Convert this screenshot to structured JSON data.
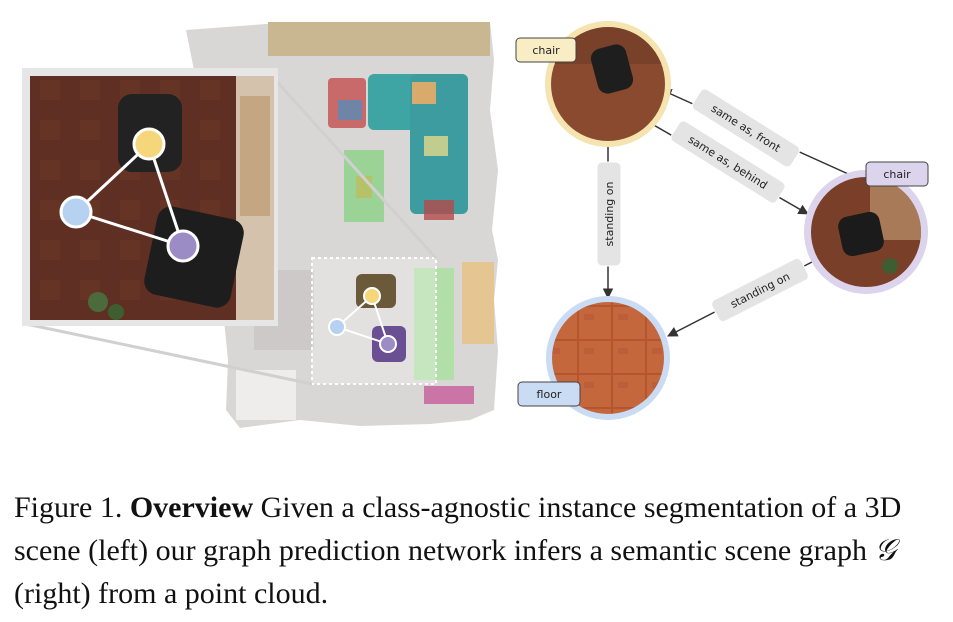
{
  "scene_graph": {
    "nodes": {
      "chair_top": {
        "label": "chair",
        "color": "#f5e3b0"
      },
      "chair_right": {
        "label": "chair",
        "color": "#dcd3ec"
      },
      "floor": {
        "label": "floor",
        "color": "#c9dcf4"
      }
    },
    "edges": {
      "same_as_front": "same as, front",
      "same_as_behind": "same as, behind",
      "standing_on_left": "standing on",
      "standing_on_right": "standing on"
    }
  },
  "instance_colors": {
    "yellow": "#f6d67a",
    "blue": "#b7d2f1",
    "purple": "#9c8cc6"
  },
  "caption": {
    "prefix": "Figure 1.",
    "bold": "Overview",
    "text_1": " Given a class-agnostic instance segmentation of a 3D scene (left) our graph prediction network infers a semantic scene graph ",
    "symbol": "𝒢",
    "text_2": " (right) from a point cloud."
  }
}
